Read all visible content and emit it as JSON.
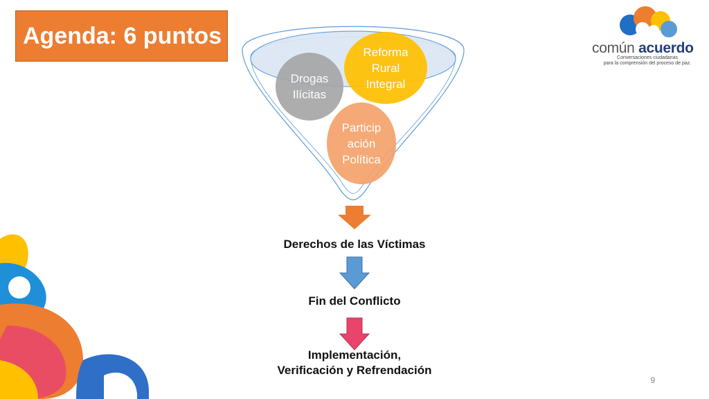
{
  "slide": {
    "title": "Agenda: 6 puntos",
    "page_number": "9"
  },
  "logo": {
    "name_part1": "común",
    "name_part2": "acuerdo",
    "tagline_line1": "Conversaciones ciudadanas",
    "tagline_line2": "para la comprensión del proceso de paz."
  },
  "funnel": {
    "circles": [
      {
        "label": "Drogas Ilícitas"
      },
      {
        "label": "Reforma Rural Integral"
      },
      {
        "label": "Particip ación Política"
      }
    ]
  },
  "steps": [
    {
      "label": "Derechos de las Víctimas"
    },
    {
      "label": "Fin del Conflicto"
    },
    {
      "label_line1": "Implementación,",
      "label_line2": "Verificación y Refrendación"
    }
  ],
  "colors": {
    "title_bg": "#ed7d31",
    "arrow_1": "#ed7d31",
    "arrow_2": "#5b9bd5",
    "arrow_3": "#e8446c",
    "funnel_stroke": "#5b9bd5"
  }
}
